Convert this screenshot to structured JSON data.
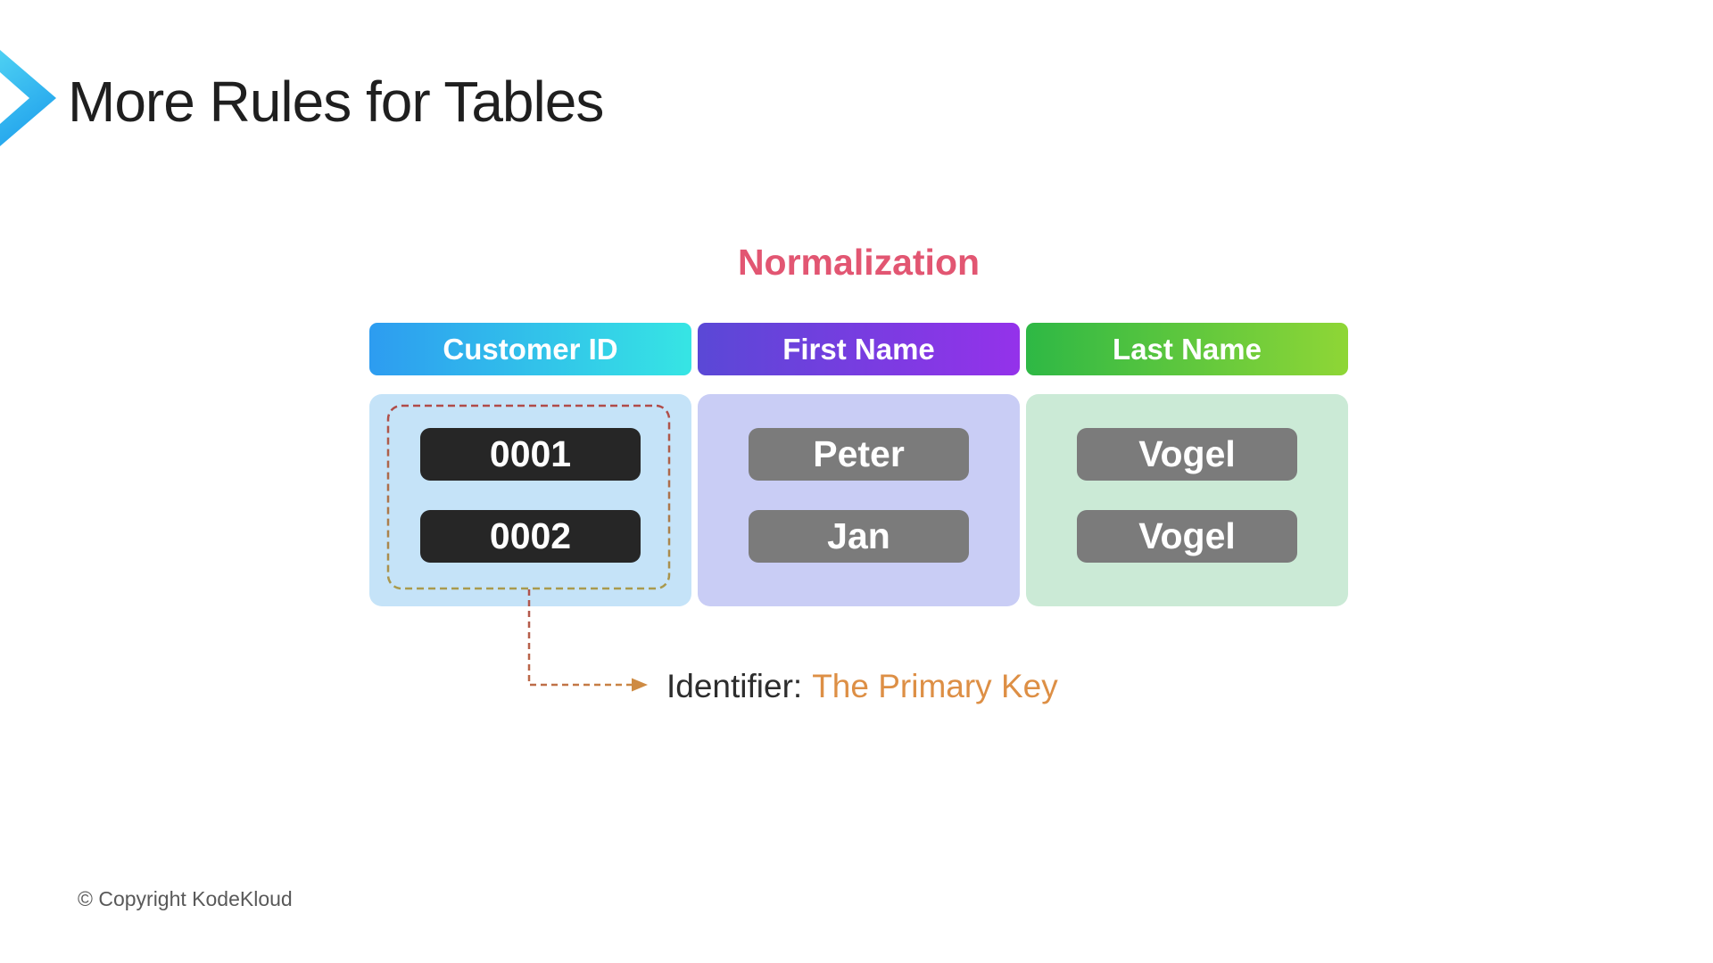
{
  "slide": {
    "title": "More Rules for Tables",
    "copyright": "© Copyright KodeKloud"
  },
  "diagram": {
    "title": "Normalization",
    "title_color": "#e25672",
    "columns": [
      {
        "header": "Customer ID",
        "values": [
          "0001",
          "0002"
        ],
        "header_gradient": [
          "#2D9CF0",
          "#36E5E4"
        ],
        "panel_color": "#c5e3f8",
        "chip_color": "#262626"
      },
      {
        "header": "First Name",
        "values": [
          "Peter",
          "Jan"
        ],
        "header_gradient": [
          "#5A48D6",
          "#9432EA"
        ],
        "panel_color": "#c9cdf5",
        "chip_color": "#7b7b7b"
      },
      {
        "header": "Last Name",
        "values": [
          "Vogel",
          "Vogel"
        ],
        "header_gradient": [
          "#2EB845",
          "#8FD636"
        ],
        "panel_color": "#cbead6",
        "chip_color": "#7b7b7b"
      }
    ],
    "annotation": {
      "label": "Identifier:",
      "highlight": "The Primary Key",
      "highlight_color": "#dd8f45"
    },
    "primary_key_outline_colors": [
      "#B04B49",
      "#A99A4D"
    ],
    "connector_colors": [
      "#B0524C",
      "#CC8943"
    ]
  },
  "accent": {
    "bullet_gradient": [
      "#4ED1F3",
      "#22A3ED"
    ]
  }
}
